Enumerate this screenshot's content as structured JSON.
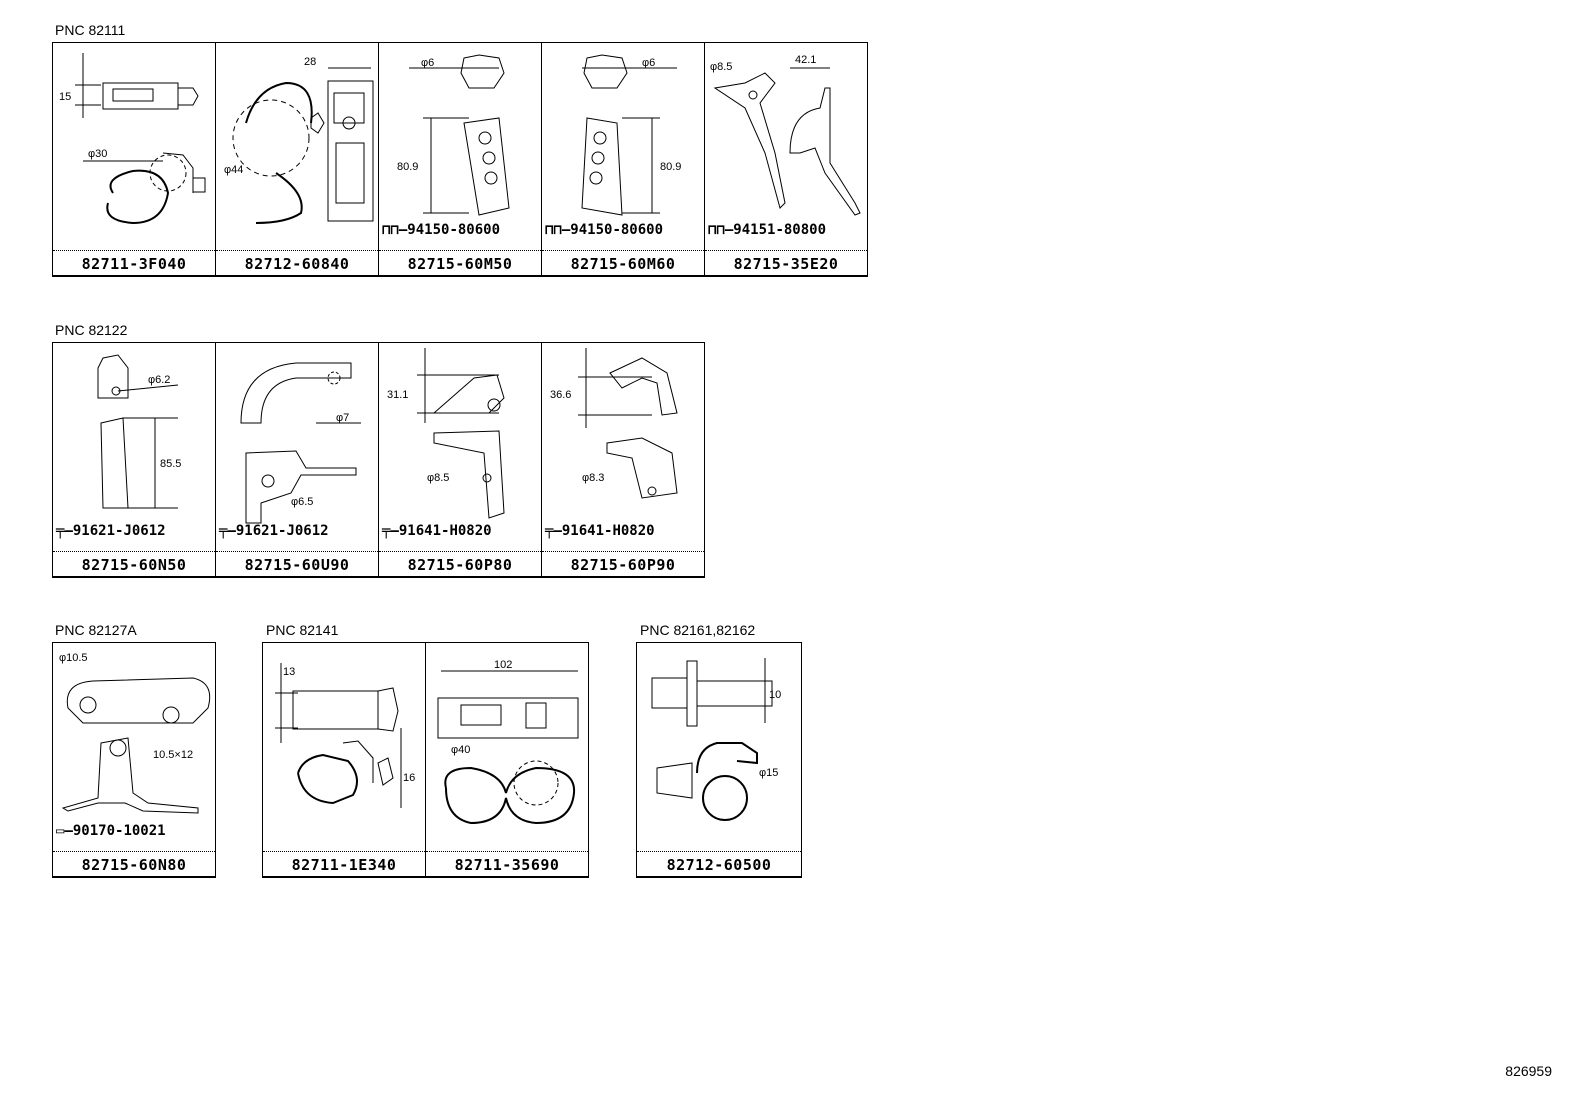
{
  "groups": [
    {
      "label": "PNC 82111",
      "parts": [
        {
          "part_number": "82711-3F040",
          "dims": [
            "15",
            "φ30"
          ],
          "fastener": ""
        },
        {
          "part_number": "82712-60840",
          "dims": [
            "28",
            "φ44"
          ],
          "fastener": ""
        },
        {
          "part_number": "82715-60M50",
          "dims": [
            "φ6",
            "80.9"
          ],
          "fastener": "94150-80600"
        },
        {
          "part_number": "82715-60M60",
          "dims": [
            "φ6",
            "80.9"
          ],
          "fastener": "94150-80600"
        },
        {
          "part_number": "82715-35E20",
          "dims": [
            "φ8.5",
            "42.1"
          ],
          "fastener": "94151-80800"
        }
      ]
    },
    {
      "label": "PNC 82122",
      "parts": [
        {
          "part_number": "82715-60N50",
          "dims": [
            "φ6.2",
            "85.5"
          ],
          "fastener": "91621-J0612"
        },
        {
          "part_number": "82715-60U90",
          "dims": [
            "φ7",
            "φ6.5"
          ],
          "fastener": "91621-J0612"
        },
        {
          "part_number": "82715-60P80",
          "dims": [
            "31.1",
            "φ8.5"
          ],
          "fastener": "91641-H0820"
        },
        {
          "part_number": "82715-60P90",
          "dims": [
            "36.6",
            "φ8.3"
          ],
          "fastener": "91641-H0820"
        }
      ]
    },
    {
      "label": "PNC 82127A",
      "parts": [
        {
          "part_number": "82715-60N80",
          "dims": [
            "φ10.5",
            "10.5×12"
          ],
          "fastener": "90170-10021"
        }
      ]
    },
    {
      "label": "PNC 82141",
      "parts": [
        {
          "part_number": "82711-1E340",
          "dims": [
            "13",
            "16"
          ],
          "fastener": ""
        },
        {
          "part_number": "82711-35690",
          "dims": [
            "102",
            "φ40"
          ],
          "fastener": ""
        }
      ]
    },
    {
      "label": "PNC 82161,82162",
      "parts": [
        {
          "part_number": "82712-60500",
          "dims": [
            "10",
            "φ15"
          ],
          "fastener": ""
        }
      ]
    }
  ],
  "diagram_id": "826959"
}
